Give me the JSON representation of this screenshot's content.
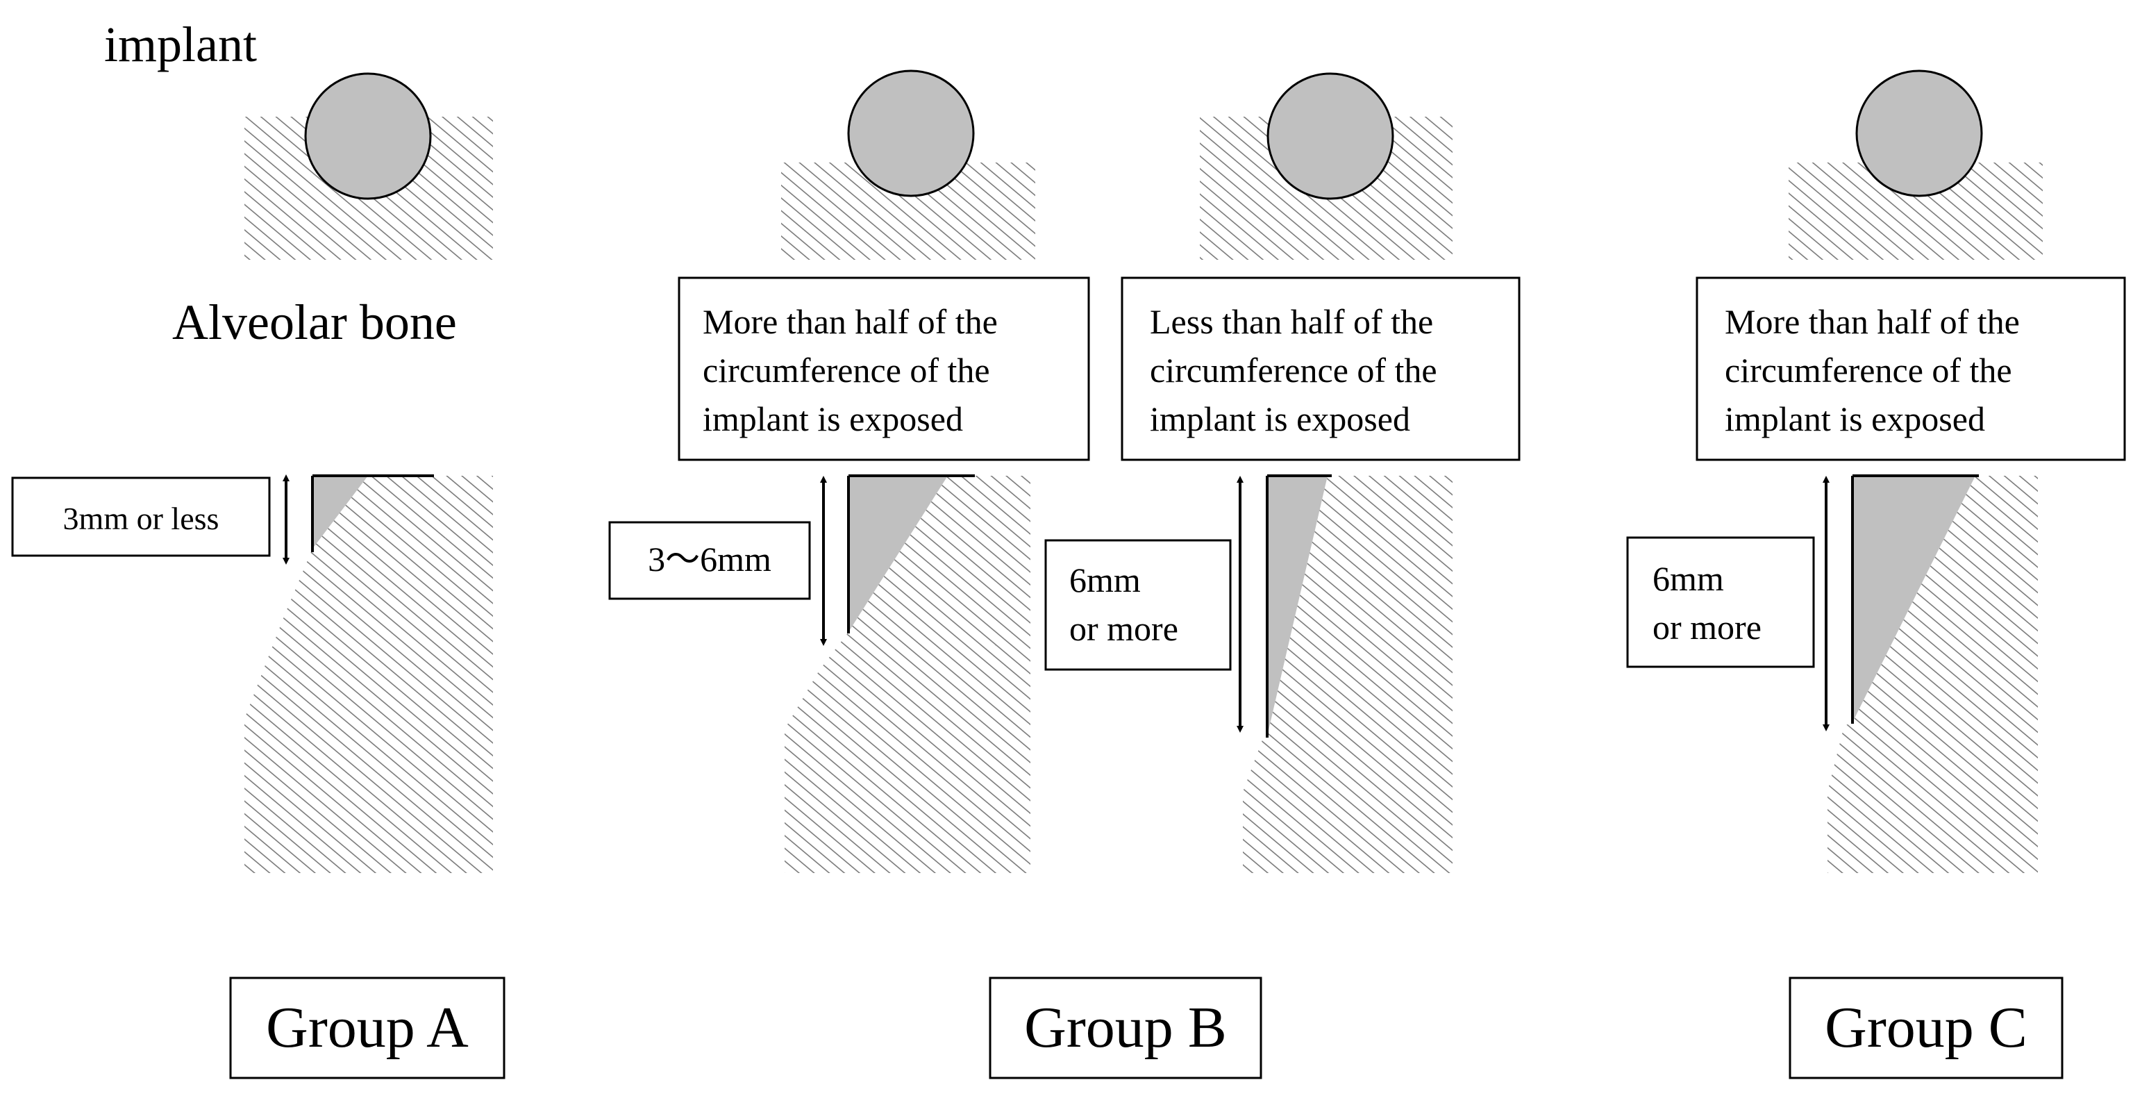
{
  "labels": {
    "implant": "implant",
    "alveolar_bone": "Alveolar bone"
  },
  "group_a": {
    "title": "Group A",
    "measure": "3mm or less"
  },
  "group_b": {
    "title": "Group B",
    "left": {
      "caption": [
        "More than half of the",
        "circumference of the",
        "implant is exposed"
      ],
      "measure": "3〜6mm"
    },
    "right": {
      "caption": [
        "Less than half of the",
        "circumference of the",
        "implant is exposed"
      ],
      "measure": [
        "6mm",
        "or more"
      ]
    }
  },
  "group_c": {
    "title": "Group C",
    "caption": [
      "More than half of the",
      "circumference of the",
      "implant is exposed"
    ],
    "measure": [
      "6mm",
      "or more"
    ]
  },
  "colors": {
    "implant_fill": "#c0c0c0",
    "exposed_fill": "#c0c0c0",
    "hatch": "#7a7a7a",
    "stroke": "#000000"
  }
}
